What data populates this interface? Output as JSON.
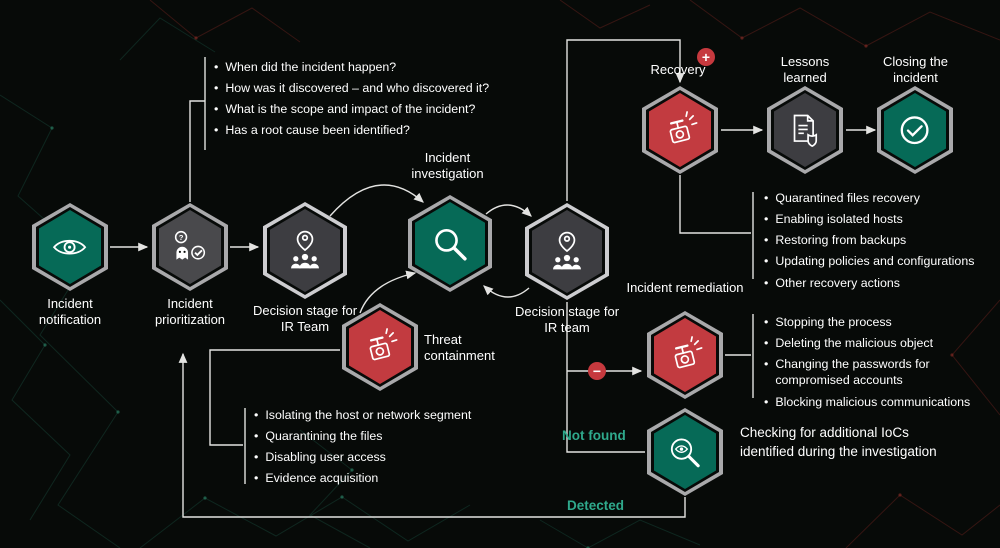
{
  "nodes": {
    "notification": {
      "label": "Incident notification"
    },
    "prioritization": {
      "label": "Incident prioritization"
    },
    "decision1": {
      "label": "Decision stage for IR Team"
    },
    "investigation": {
      "label": "Incident investigation"
    },
    "decision2": {
      "label": "Decision stage for IR team"
    },
    "containment": {
      "label": "Threat containment"
    },
    "recovery": {
      "label": "Recovery"
    },
    "lessons": {
      "label": "Lessons learned"
    },
    "closing": {
      "label": "Closing the incident"
    },
    "remediation": {
      "label": "Incident remediation"
    },
    "checking": {
      "label": "Checking for additional IoCs identified during the investigation"
    }
  },
  "lists": {
    "questions": [
      "When did the incident happen?",
      "How was it discovered – and who discovered it?",
      "What is the scope and impact of the incident?",
      "Has a root cause been identified?"
    ],
    "recovery_actions": [
      "Quarantined files recovery",
      "Enabling isolated hosts",
      "Restoring from backups",
      "Updating policies and configurations",
      "Other recovery actions"
    ],
    "remediation_actions": [
      "Stopping the process",
      "Deleting the malicious object",
      "Changing the passwords for compromised accounts",
      "Blocking malicious communications"
    ],
    "containment_actions": [
      "Isolating the host or network segment",
      "Quarantining the files",
      "Disabling user access",
      "Evidence acquisition"
    ]
  },
  "flow_labels": {
    "not_found": "Not found",
    "detected": "Detected"
  },
  "badges": {
    "plus": "+",
    "minus": "−"
  },
  "colors": {
    "teal": "#066a57",
    "red": "#c23b40",
    "gray": "#49494c",
    "dark": "#3d3d41",
    "ring": "#a9a9ab",
    "ring_bright": "#cdcdd0",
    "accent_text": "#2fa98c",
    "line": "#e3e3e1",
    "badge": "#c6393e"
  }
}
